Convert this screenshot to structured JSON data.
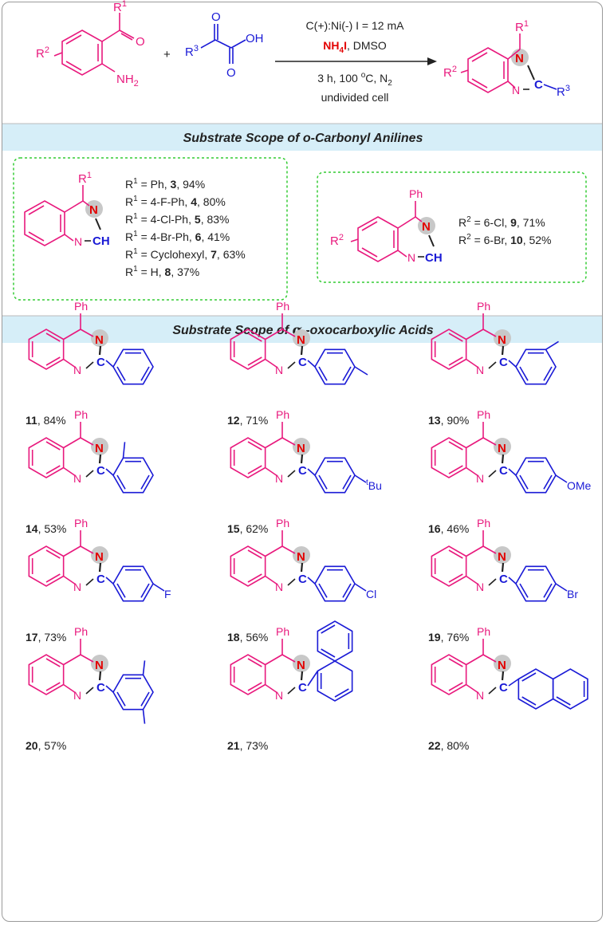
{
  "reaction": {
    "reagent_R1": "R",
    "reagent_R1_sup": "1",
    "reagent_R2": "R",
    "reagent_R2_sup": "2",
    "reagent_NH2": "NH",
    "reagent_NH2_sub": "2",
    "reagent_O": "O",
    "plus": "+",
    "acid_R3": "R",
    "acid_R3_sup": "3",
    "acid_O1": "O",
    "acid_O2": "O",
    "acid_OH": "OH",
    "cond_line1": "C(+):Ni(-) I = 12 mA",
    "cond_NH4": "NH",
    "cond_NH4_sub": "4",
    "cond_I": "I",
    "cond_DMSO": ", DMSO",
    "cond_line3_a": "3 h, 100 ",
    "cond_line3_o": "o",
    "cond_line3_b": "C,  N",
    "cond_line3_sub": "2",
    "cond_line4": "undivided cell",
    "prod_R1": "R",
    "prod_R1_sup": "1",
    "prod_R2": "R",
    "prod_R2_sup": "2",
    "prod_R3": "R",
    "prod_R3_sup": "3",
    "prod_N": "N",
    "prod_C": "C",
    "prod_N2": "N"
  },
  "sections": {
    "s1": "Substrate Scope of o-Carbonyl Anilines",
    "s2_a": "Substrate Scope of ",
    "s2_alpha": "α",
    "s2_b": " -oxocarboxylic Acids"
  },
  "box1": {
    "R1": "R",
    "R1_sup": "1",
    "N": "N",
    "CH": "CH",
    "N2": "N",
    "lines": [
      {
        "pre": "R",
        "sup": "1",
        "mid": " = Ph, ",
        "num": "3",
        "post": ", 94%"
      },
      {
        "pre": "R",
        "sup": "1",
        "mid": " = 4-F-Ph, ",
        "num": "4",
        "post": ", 80%"
      },
      {
        "pre": "R",
        "sup": "1",
        "mid": " = 4-Cl-Ph, ",
        "num": "5",
        "post": ", 83%"
      },
      {
        "pre": "R",
        "sup": "1",
        "mid": " = 4-Br-Ph, ",
        "num": "6",
        "post": ", 41%"
      },
      {
        "pre": "R",
        "sup": "1",
        "mid": " = Cyclohexyl, ",
        "num": "7",
        "post": ", 63%"
      },
      {
        "pre": "R",
        "sup": "1",
        "mid": " = H, ",
        "num": "8",
        "post": ", 37%"
      }
    ]
  },
  "box2": {
    "Ph": "Ph",
    "R2": "R",
    "R2_sup": "2",
    "N": "N",
    "CH": "CH",
    "N2": "N",
    "lines": [
      {
        "pre": "R",
        "sup": "2",
        "mid": " = 6-Cl, ",
        "num": "9",
        "post": ", 71%"
      },
      {
        "pre": "R",
        "sup": "2",
        "mid": " = 6-Br, ",
        "num": "10",
        "post": ", 52%"
      }
    ]
  },
  "compounds": [
    {
      "id": "11",
      "sep": ", ",
      "yield": "84%",
      "sub": "none",
      "extra": ""
    },
    {
      "id": "12",
      "sep": ", ",
      "yield": "71%",
      "sub": "para-line",
      "extra": ""
    },
    {
      "id": "13",
      "sep": ", ",
      "yield": "90%",
      "sub": "meta-line",
      "extra": ""
    },
    {
      "id": "14",
      "sep": ", ",
      "yield": "53%",
      "sub": "ortho-line",
      "extra": ""
    },
    {
      "id": "15",
      "sep": ", ",
      "yield": "62%",
      "sub": "para-label",
      "extra": "Bu",
      "extra_sup": "t"
    },
    {
      "id": "16",
      "sep": ", ",
      "yield": "46%",
      "sub": "para-label",
      "extra": "OMe"
    },
    {
      "id": "17",
      "sep": ", ",
      "yield": "73%",
      "sub": "para-label",
      "extra": "F"
    },
    {
      "id": "18",
      "sep": ", ",
      "yield": "56%",
      "sub": "para-label",
      "extra": "Cl"
    },
    {
      "id": "19",
      "sep": ", ",
      "yield": "76%",
      "sub": "para-label",
      "extra": "Br"
    },
    {
      "id": "20",
      "sep": ", ",
      "yield": "57%",
      "sub": "dimeta",
      "extra": ""
    },
    {
      "id": "21",
      "sep": ", ",
      "yield": "73%",
      "sub": "naph1",
      "extra": ""
    },
    {
      "id": "22",
      "sep": ", ",
      "yield": "80%",
      "sub": "naph2",
      "extra": ""
    }
  ],
  "labels": {
    "Ph": "Ph",
    "N": "N",
    "C": "C",
    "N2": "N"
  },
  "colors": {
    "pink": "#e8197d",
    "blue": "#1a1ad6",
    "red": "#e30000",
    "banner": "#d6eef8",
    "dashed": "#33cc33",
    "ball": "#c8c8c8"
  }
}
